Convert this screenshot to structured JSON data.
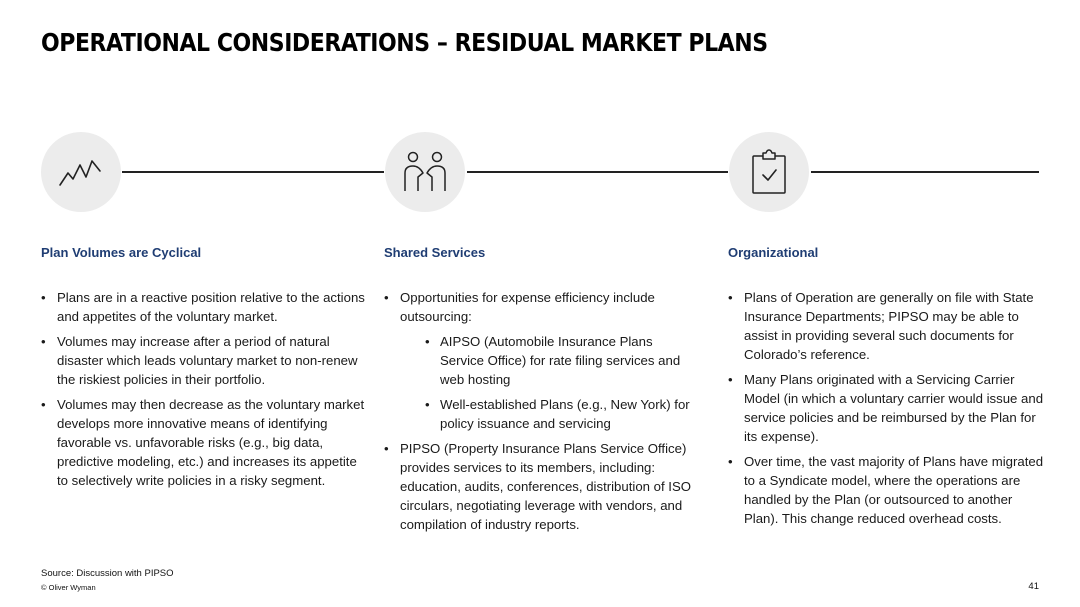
{
  "title": "OPERATIONAL CONSIDERATIONS – RESIDUAL MARKET PLANS",
  "columns": [
    {
      "icon": "trend-line-icon",
      "heading": "Plan Volumes are Cyclical",
      "bullets": [
        "Plans are in a reactive position relative to the actions and appetites of the voluntary market.",
        "Volumes may increase after a period of natural disaster which leads voluntary market to non-renew the riskiest policies in their portfolio.",
        "Volumes may then decrease as the voluntary market develops more innovative means of identifying favorable vs. unfavorable risks (e.g., big data, predictive modeling, etc.) and increases its appetite to selectively write policies in a risky segment."
      ]
    },
    {
      "icon": "people-icon",
      "heading": "Shared Services",
      "bullets": [
        "Opportunities for expense efficiency include outsourcing:",
        "PIPSO (Property Insurance Plans Service Office) provides services to its members, including: education, audits, conferences, distribution of ISO circulars, negotiating leverage with vendors, and compilation of industry reports."
      ],
      "sub_bullets": [
        "AIPSO (Automobile Insurance Plans Service Office) for rate filing services and web hosting",
        "Well-established Plans (e.g., New York) for policy issuance and servicing"
      ]
    },
    {
      "icon": "clipboard-check-icon",
      "heading": "Organizational",
      "bullets": [
        "Plans of Operation are generally on file with State Insurance Departments; PIPSO may be able to assist in providing several such documents for Colorado’s reference.",
        "Many Plans originated with a Servicing Carrier Model (in which a voluntary carrier would issue and service policies and be reimbursed by the Plan for its expense).",
        "Over time, the vast majority of Plans have migrated to a Syndicate model, where the operations are handled by the Plan (or outsourced to another Plan).  This change reduced overhead costs."
      ]
    }
  ],
  "footer": {
    "source": "Source:  Discussion with PIPSO",
    "copyright": "© Oliver Wyman",
    "page_number": "41"
  },
  "colors": {
    "heading": "#1f3d73",
    "icon_background": "#ececec",
    "connector": "#222222"
  }
}
